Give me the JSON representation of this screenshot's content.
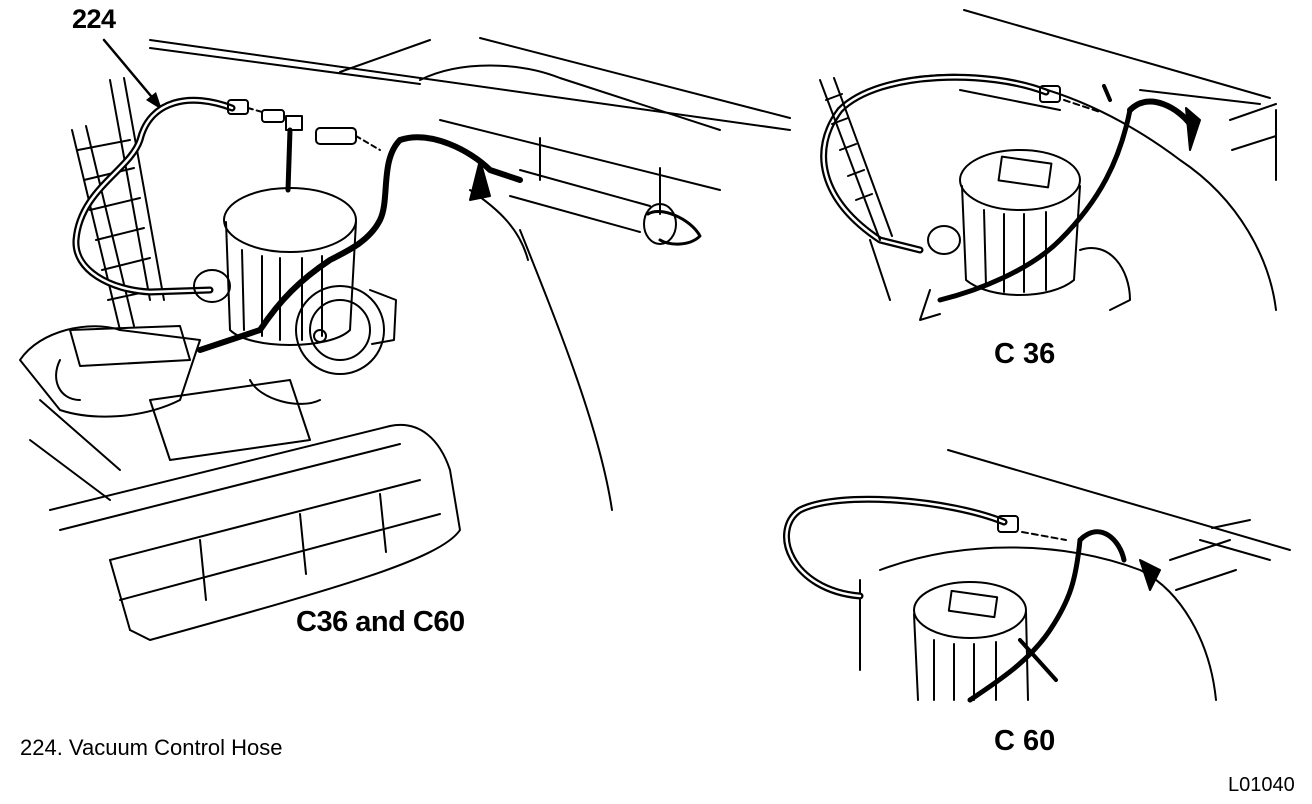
{
  "callout": {
    "number": "224"
  },
  "captions": {
    "main": "C36 and C60",
    "c36": "C 36",
    "c60": "C 60"
  },
  "legend": {
    "item": "224.  Vacuum Control Hose"
  },
  "figure_id": "L01040",
  "colors": {
    "ink": "#000000",
    "paper": "#ffffff"
  }
}
